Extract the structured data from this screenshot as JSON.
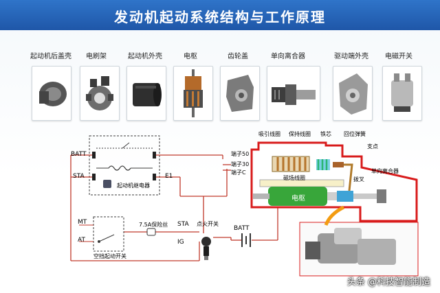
{
  "title": "发动机起动系统结构与工作原理",
  "components": [
    {
      "label": "起动机后盖壳",
      "icon": "rear-cover-icon"
    },
    {
      "label": "电刷架",
      "icon": "brush-holder-icon"
    },
    {
      "label": "起动机外壳",
      "icon": "housing-icon"
    },
    {
      "label": "电枢",
      "icon": "armature-icon"
    },
    {
      "label": "齿轮盖",
      "icon": "gear-cover-icon"
    },
    {
      "label": "单向离合器",
      "icon": "one-way-clutch-icon"
    },
    {
      "label": "驱动端外壳",
      "icon": "drive-end-housing-icon"
    },
    {
      "label": "电磁开关",
      "icon": "solenoid-switch-icon"
    }
  ],
  "circuit": {
    "batt": "BATT",
    "sta": "STA",
    "e1": "E1",
    "relay": "起动机继电器",
    "mt": "MT",
    "at": "AT",
    "neutral_switch": "空挡起动开关",
    "fuse": "7.5A保险丝",
    "ign_sta": "STA",
    "ig": "IG",
    "ignition_switch": "点火开关",
    "batt2": "BATT"
  },
  "starter": {
    "pull_coil": "吸引线圈",
    "hold_coil": "保持线圈",
    "iron_core": "铁芯",
    "return_spring": "回位弹簧",
    "terminal50": "端子50",
    "terminal30": "端子30",
    "terminalC": "端子C",
    "field_coil": "磁场线圈",
    "armature": "电枢",
    "pivot": "支点",
    "fork": "拨叉",
    "clutch": "单向离合器"
  },
  "watermark": "头条 @科技智能制造",
  "colors": {
    "banner": "#2a6bc2",
    "wire": "#c0392b",
    "frame": "#d81b1b",
    "coil_green": "#2bb673",
    "armature": "#35a33a"
  }
}
